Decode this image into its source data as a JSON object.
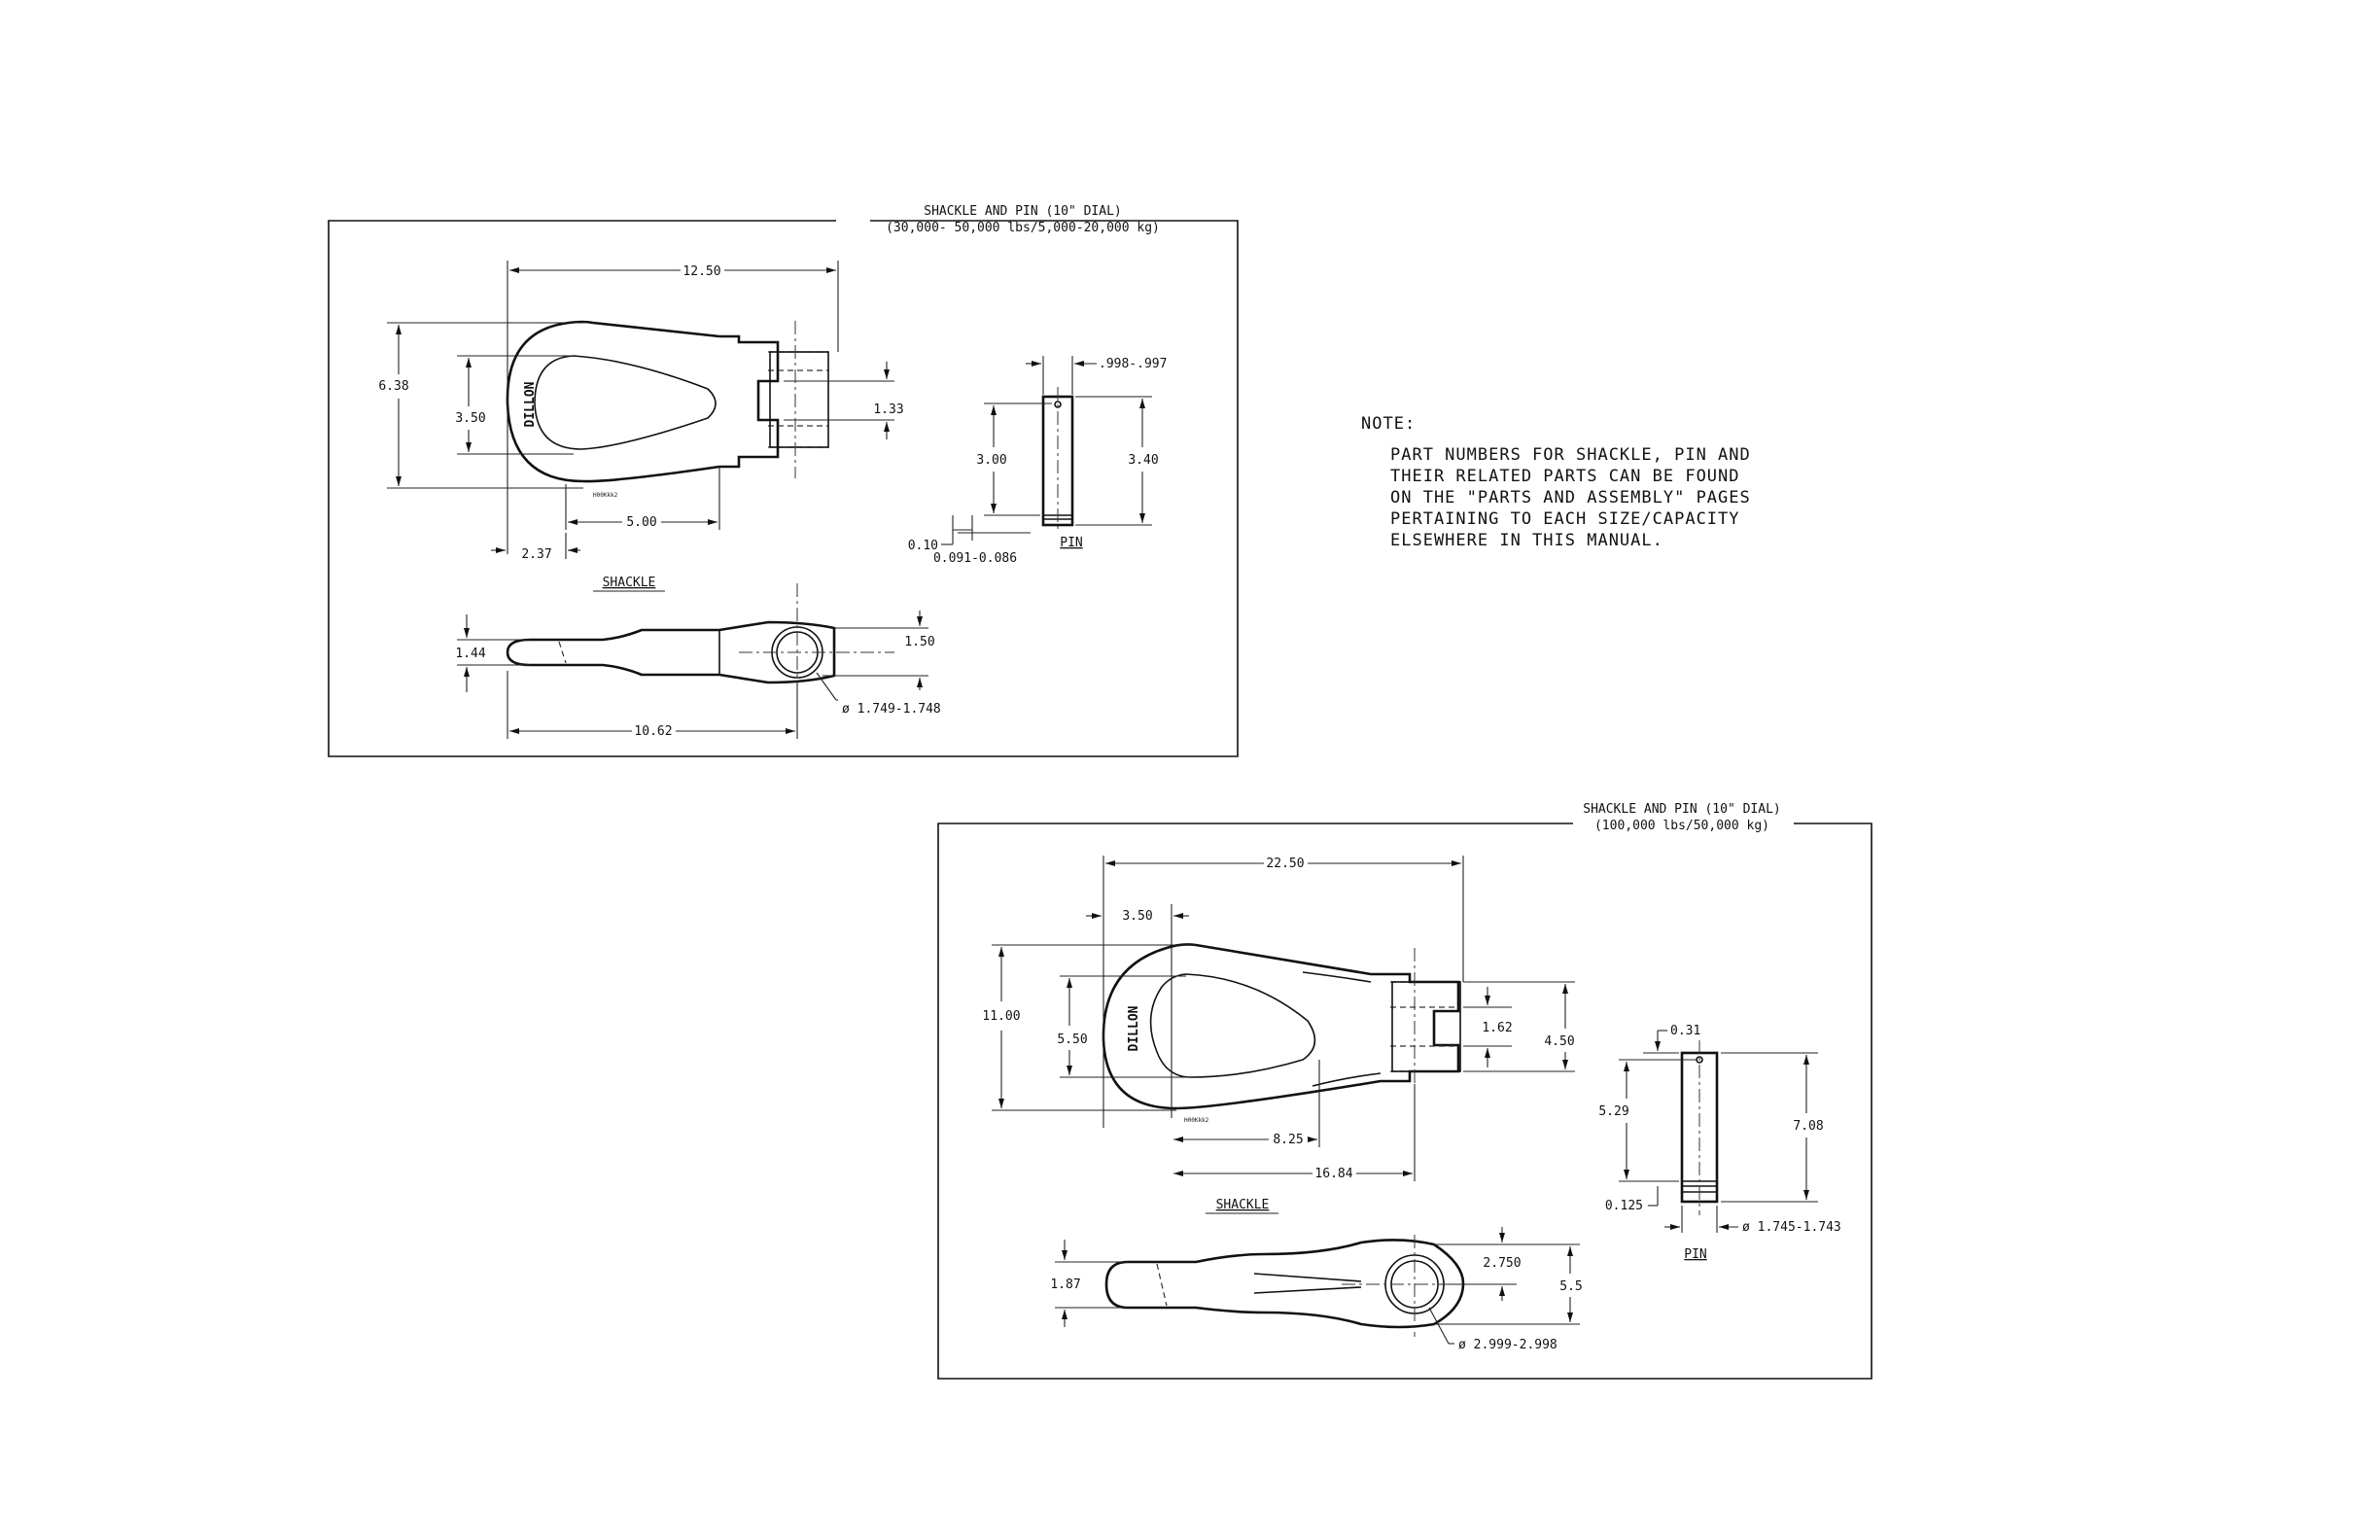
{
  "drawing1": {
    "title_line1": "SHACKLE AND PIN (10\" DIAL)",
    "title_line2": "(30,000- 50,000 lbs/5,000-20,000 kg)",
    "brand": "DILLON",
    "part_code": "H00Kkk2",
    "shackle_label": "SHACKLE",
    "pin_label": "PIN",
    "dims": {
      "overall_length": "12.50",
      "eye_height": "6.38",
      "inner_eye": "3.50",
      "clevis_gap": "1.33",
      "eye_to_clevis": "5.00",
      "eye_offset": "2.37",
      "pin_dia": ".998-.997",
      "pin_grip": "3.00",
      "pin_length": "3.40",
      "groove_width": "0.10",
      "groove_dia": "0.091-0.086",
      "thickness": "1.44",
      "boss": "1.50",
      "hole_dia": "ø 1.749-1.748",
      "hole_center": "10.62"
    }
  },
  "note": {
    "heading": "NOTE:",
    "lines": [
      "PART NUMBERS FOR SHACKLE, PIN AND",
      "THEIR RELATED PARTS CAN BE FOUND",
      "ON THE \"PARTS AND ASSEMBLY\" PAGES",
      "PERTAINING TO EACH SIZE/CAPACITY",
      "ELSEWHERE IN THIS MANUAL."
    ]
  },
  "drawing2": {
    "title_line1": "SHACKLE AND PIN (10\" DIAL)",
    "title_line2": "(100,000 lbs/50,000 kg)",
    "brand": "DILLON",
    "part_code": "H00Kkk2",
    "shackle_label": "SHACKLE",
    "pin_label": "PIN",
    "dims": {
      "overall_length": "22.50",
      "eye_offset": "3.50",
      "eye_height": "11.00",
      "inner_eye": "5.50",
      "clevis_gap": "1.62",
      "clevis_outer": "4.50",
      "eye_width": "8.25",
      "eye_to_clevis": "16.84",
      "pin_head": "0.31",
      "pin_grip": "5.29",
      "pin_length": "7.08",
      "groove": "0.125",
      "pin_dia": "ø 1.745-1.743",
      "thickness": "1.87",
      "boss_half": "2.750",
      "boss": "5.5",
      "hole_dia": "ø 2.999-2.998"
    }
  }
}
